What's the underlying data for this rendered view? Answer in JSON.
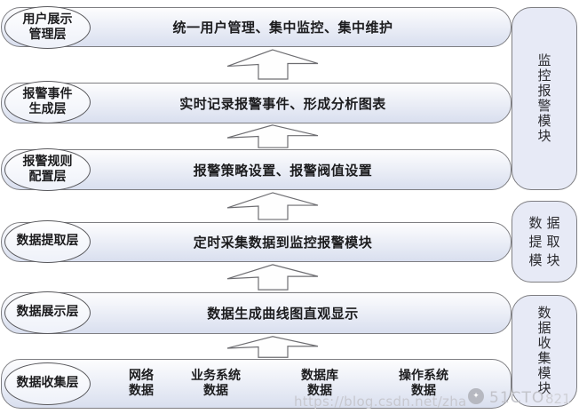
{
  "diagram": {
    "rows": [
      {
        "layer": "用户展示\n管理层",
        "desc": "统一用户管理、集中监控、集中维护"
      },
      {
        "layer": "报警事件\n生成层",
        "desc": "实时记录报警事件、形成分析图表"
      },
      {
        "layer": "报警规则\n配置层",
        "desc": "报警策略设置、报警阀值设置"
      },
      {
        "layer": "数据提取层",
        "desc": "定时采集数据到监控报警模块"
      },
      {
        "layer": "数据展示层",
        "desc": "数据生成曲线图直观显示"
      },
      {
        "layer": "数据收集层",
        "desc": "",
        "sources": [
          "网络\n数据",
          "业务系统\n数据",
          "数据库\n数据",
          "操作系统\n数据"
        ]
      }
    ],
    "modules": [
      {
        "label": "监\n控\n报\n警\n模\n块"
      },
      {
        "label": "数据\n提取\n模块"
      },
      {
        "label": "数\n据\n收\n集\n模\n块"
      }
    ],
    "colors": {
      "band_top": "#fdfdfe",
      "band_bottom": "#d9dfef",
      "band_border": "#7e7e82",
      "module_fill": "#e7eaf6",
      "ink": "#1c1c1e"
    },
    "watermark": {
      "url": "https://blog.csdn.net/zha",
      "logo": "51CTO",
      "tail": "821"
    }
  }
}
